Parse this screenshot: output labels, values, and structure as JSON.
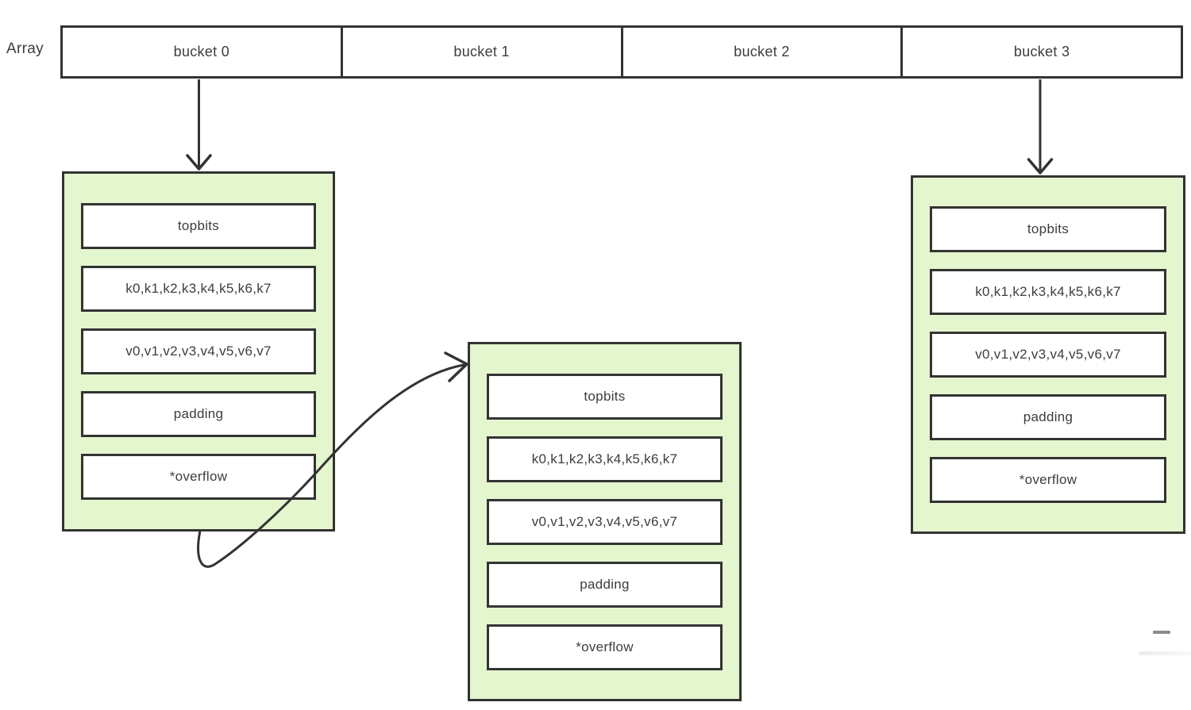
{
  "array": {
    "label": "Array",
    "buckets": [
      "bucket 0",
      "bucket 1",
      "bucket 2",
      "bucket 3"
    ]
  },
  "bucket_struct": {
    "rows": [
      "topbits",
      "k0,k1,k2,k3,k4,k5,k6,k7",
      "v0,v1,v2,v3,v4,v5,v6,v7",
      "padding",
      "*overflow"
    ]
  },
  "colors": {
    "bucket_fill": "#e4f6cd",
    "line": "#333333",
    "text": "#3d3d3d",
    "background": "#ffffff"
  }
}
